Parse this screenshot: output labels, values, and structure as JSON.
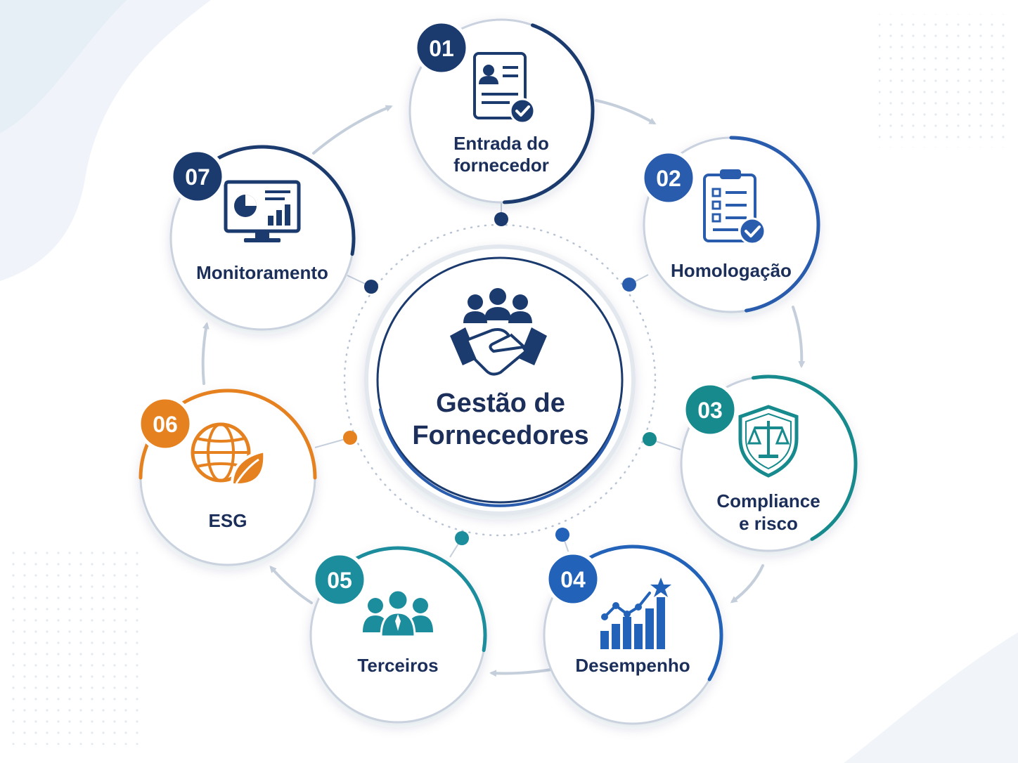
{
  "center": {
    "title_line1": "Gestão de",
    "title_line2": "Fornecedores",
    "icon": "handshake-team-icon"
  },
  "steps": [
    {
      "number": "01",
      "lines": [
        "Entrada do",
        "fornecedor"
      ],
      "icon": "supplier-profile-document-icon",
      "color": "#1b3a6e"
    },
    {
      "number": "02",
      "lines": [
        "Homologação"
      ],
      "icon": "checklist-clipboard-icon",
      "color": "#2a5cad"
    },
    {
      "number": "03",
      "lines": [
        "Compliance",
        "e risco"
      ],
      "icon": "shield-scales-icon",
      "color": "#168a8c"
    },
    {
      "number": "04",
      "lines": [
        "Desempenho"
      ],
      "icon": "bar-chart-growth-icon",
      "color": "#2262b8"
    },
    {
      "number": "05",
      "lines": [
        "Terceiros"
      ],
      "icon": "team-people-icon",
      "color": "#1b8d9c"
    },
    {
      "number": "06",
      "lines": [
        "ESG"
      ],
      "icon": "globe-leaf-icon",
      "color": "#e5811f"
    },
    {
      "number": "07",
      "lines": [
        "Monitoramento"
      ],
      "icon": "monitor-dashboard-icon",
      "color": "#1b3a6e"
    }
  ]
}
